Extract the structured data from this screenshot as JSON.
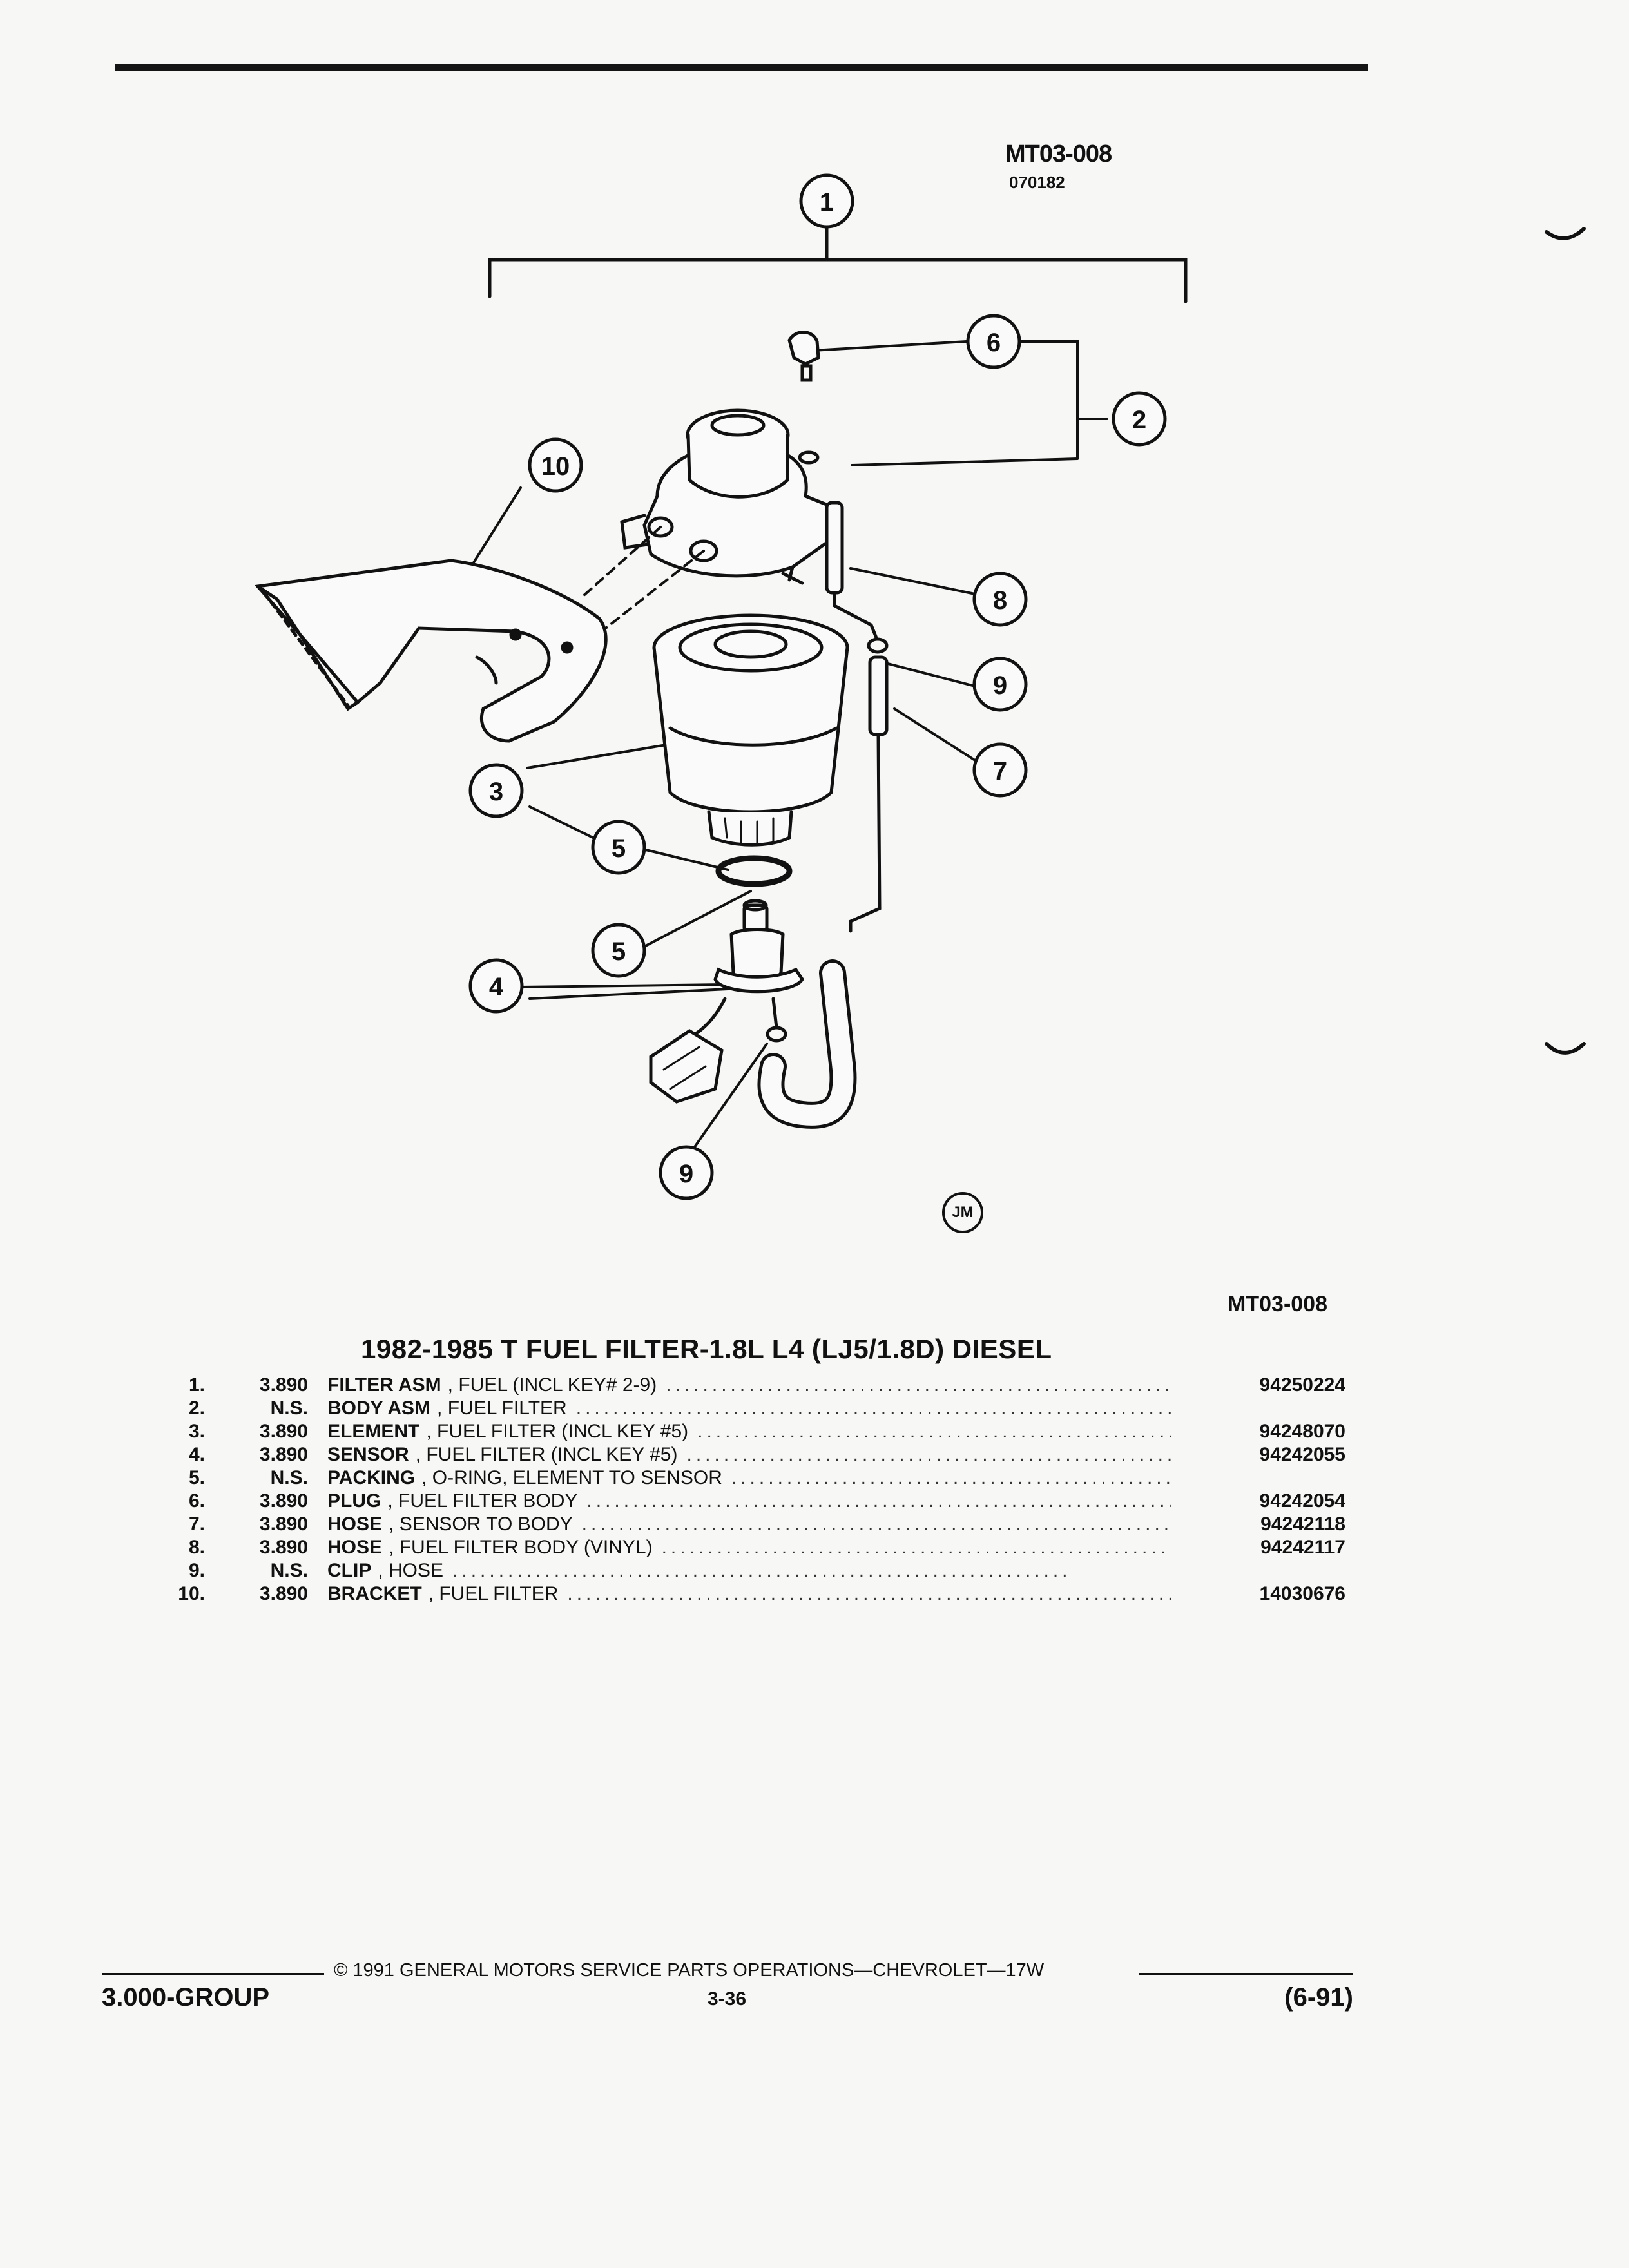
{
  "figure": {
    "code_top": "MT03-008",
    "date_code": "070182",
    "callouts": [
      "1",
      "2",
      "3",
      "4",
      "5",
      "6",
      "7",
      "8",
      "9",
      "10"
    ],
    "artist_mark": "JM"
  },
  "table": {
    "code": "MT03-008",
    "title": "1982-1985 T FUEL FILTER-1.8L L4 (LJ5/1.8D) DIESEL",
    "rows": [
      {
        "no": "1.",
        "group": "3.890",
        "name": "FILTER ASM",
        "desc": ", FUEL (INCL KEY# 2-9)",
        "part": "94250224"
      },
      {
        "no": "2.",
        "group": "N.S.",
        "name": "BODY ASM",
        "desc": ", FUEL FILTER",
        "part": ""
      },
      {
        "no": "3.",
        "group": "3.890",
        "name": "ELEMENT",
        "desc": ", FUEL FILTER (INCL KEY #5)",
        "part": "94248070"
      },
      {
        "no": "4.",
        "group": "3.890",
        "name": "SENSOR",
        "desc": ", FUEL FILTER (INCL KEY #5)",
        "part": "94242055"
      },
      {
        "no": "5.",
        "group": "N.S.",
        "name": "PACKING",
        "desc": ", O-RING, ELEMENT TO SENSOR",
        "part": ""
      },
      {
        "no": "6.",
        "group": "3.890",
        "name": "PLUG",
        "desc": ", FUEL FILTER BODY",
        "part": "94242054"
      },
      {
        "no": "7.",
        "group": "3.890",
        "name": "HOSE",
        "desc": ", SENSOR TO BODY",
        "part": "94242118"
      },
      {
        "no": "8.",
        "group": "3.890",
        "name": "HOSE",
        "desc": ", FUEL FILTER BODY (VINYL)",
        "part": "94242117"
      },
      {
        "no": "9.",
        "group": "N.S.",
        "name": "CLIP",
        "desc": ", HOSE",
        "part": ""
      },
      {
        "no": "10.",
        "group": "3.890",
        "name": "BRACKET",
        "desc": ", FUEL FILTER",
        "part": "14030676"
      }
    ]
  },
  "footer": {
    "copyright": "© 1991 GENERAL MOTORS SERVICE PARTS OPERATIONS—CHEVROLET—17W",
    "group": "3.000-GROUP",
    "page": "3-36",
    "date": "(6-91)"
  }
}
